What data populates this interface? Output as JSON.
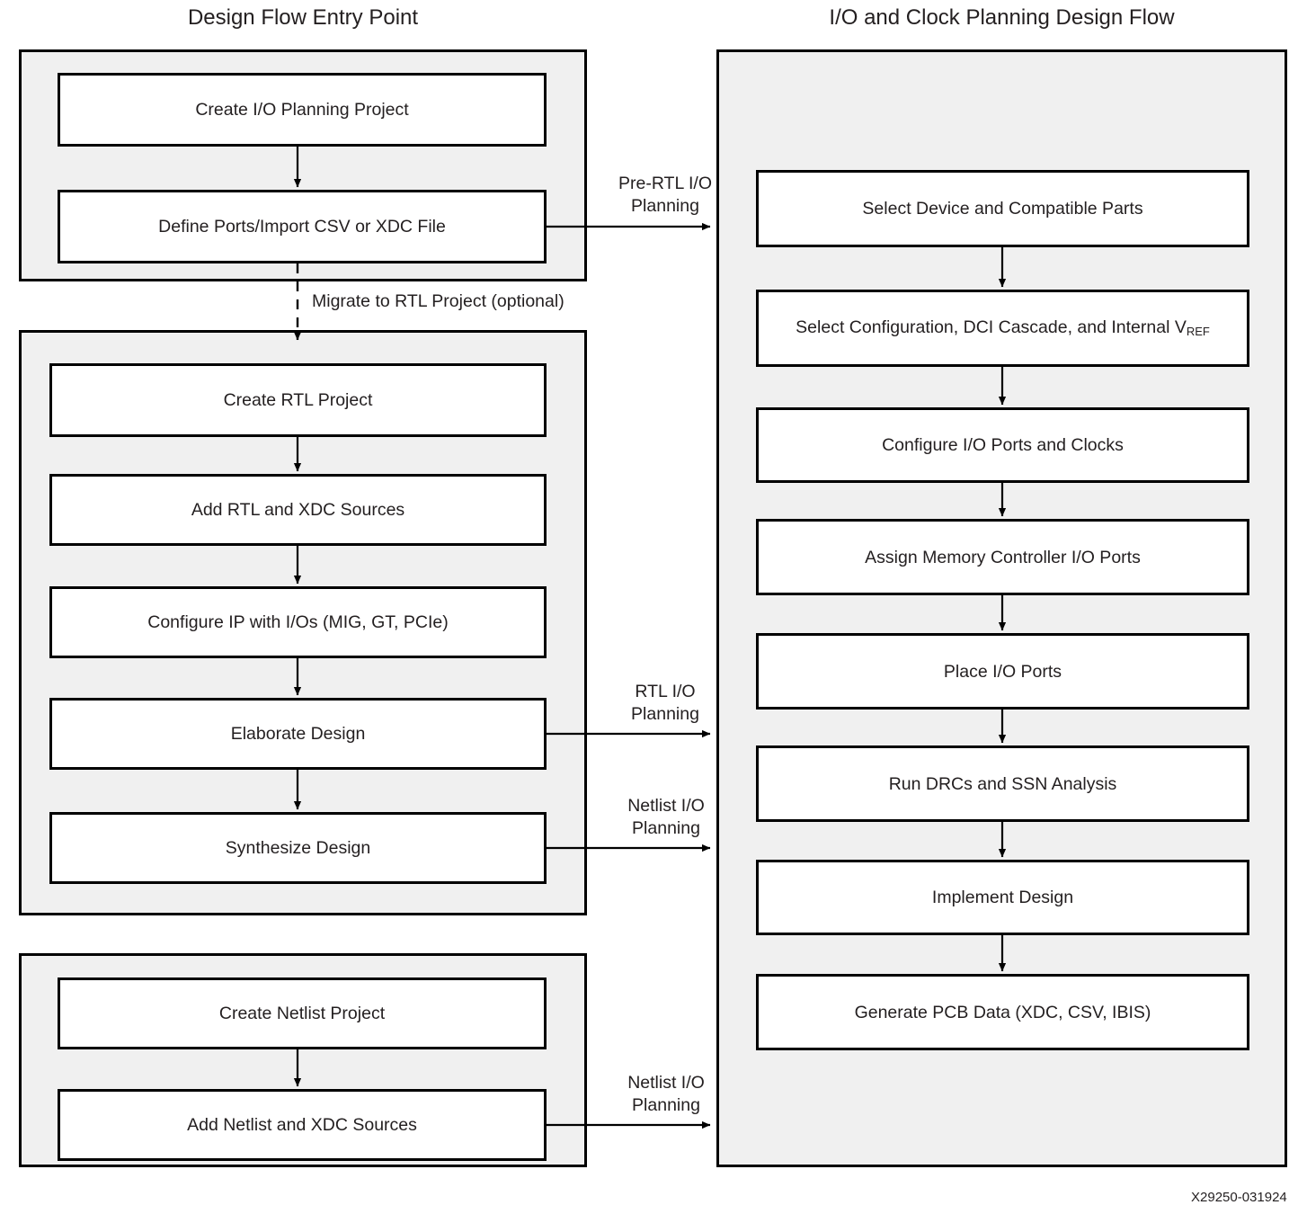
{
  "figure": {
    "id_label": "X29250-031924"
  },
  "columns": [
    {
      "title": "Design Flow Entry Point"
    },
    {
      "title": "I/O and Clock Planning Design Flow"
    }
  ],
  "left_groups": [
    {
      "name": "pre-rtl-entry-group",
      "steps": [
        "Create I/O Planning Project",
        "Define Ports/Import CSV or XDC File"
      ]
    },
    {
      "name": "rtl-entry-group",
      "steps": [
        "Create RTL Project",
        "Add RTL and XDC Sources",
        "Configure IP with I/Os (MIG, GT, PCIe)",
        "Elaborate Design",
        "Synthesize Design"
      ]
    },
    {
      "name": "netlist-entry-group",
      "steps": [
        "Create Netlist Project",
        "Add Netlist and XDC Sources"
      ]
    }
  ],
  "right_group": {
    "name": "io-clock-planning-group",
    "steps": [
      {
        "text": "Select Device and Compatible Parts",
        "sub": null
      },
      {
        "text": "Select Configuration, DCI Cascade, and Internal V",
        "sub": "REF"
      },
      {
        "text": "Configure I/O Ports and Clocks",
        "sub": null
      },
      {
        "text": "Assign Memory Controller I/O Ports",
        "sub": null
      },
      {
        "text": "Place I/O Ports",
        "sub": null
      },
      {
        "text": "Run DRCs and SSN Analysis",
        "sub": null
      },
      {
        "text": "Implement Design",
        "sub": null
      },
      {
        "text": "Generate PCB Data (XDC, CSV, IBIS)",
        "sub": null
      }
    ]
  },
  "connector_labels": {
    "pre_rtl": "Pre-RTL I/O\nPlanning",
    "pre_rtl_line1": "Pre-RTL I/O",
    "pre_rtl_line2": "Planning",
    "migrate": "Migrate to RTL Project (optional)",
    "rtl_line1": "RTL I/O",
    "rtl_line2": "Planning",
    "netlist_mid_line1": "Netlist I/O",
    "netlist_mid_line2": "Planning",
    "netlist_bottom_line1": "Netlist I/O",
    "netlist_bottom_line2": "Planning"
  },
  "colors": {
    "panel_fill": "#f0f0f0",
    "box_fill": "#ffffff",
    "stroke": "#000000",
    "text": "#231f20"
  }
}
